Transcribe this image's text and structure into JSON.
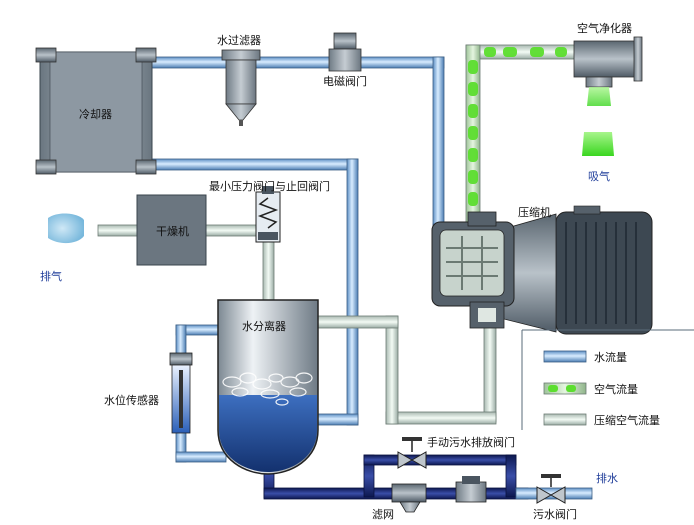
{
  "labels": {
    "cooler": "冷却器",
    "water_filter": "水过滤器",
    "solenoid_valve": "电磁阀门",
    "air_purifier": "空气净化器",
    "intake": "吸气",
    "min_pressure_check_valve": "最小压力阀门与止回阀门",
    "dryer": "干燥机",
    "exhaust": "排气",
    "compressor": "压缩机",
    "water_separator": "水分离器",
    "water_level_sensor": "水位传感器",
    "manual_drain_valve": "手动污水排放阀门",
    "strainer": "滤网",
    "drain": "排水",
    "waste_water_valve": "污水阀门"
  },
  "legend": {
    "water_flow": "水流量",
    "air_flow": "空气流量",
    "compressed_air_flow": "压缩空气流量"
  },
  "colors": {
    "water_pipe": "#8fb7dc",
    "air_pipe": "#6fd94a",
    "compressed_air_pipe": "#cfdcd6",
    "drain_pipe": "#1c2a6b",
    "water": "#2f62b5",
    "equipment": "#8a96a0"
  },
  "icons": {
    "intake": "air-intake-cloud",
    "exhaust": "air-exhaust-cloud"
  }
}
